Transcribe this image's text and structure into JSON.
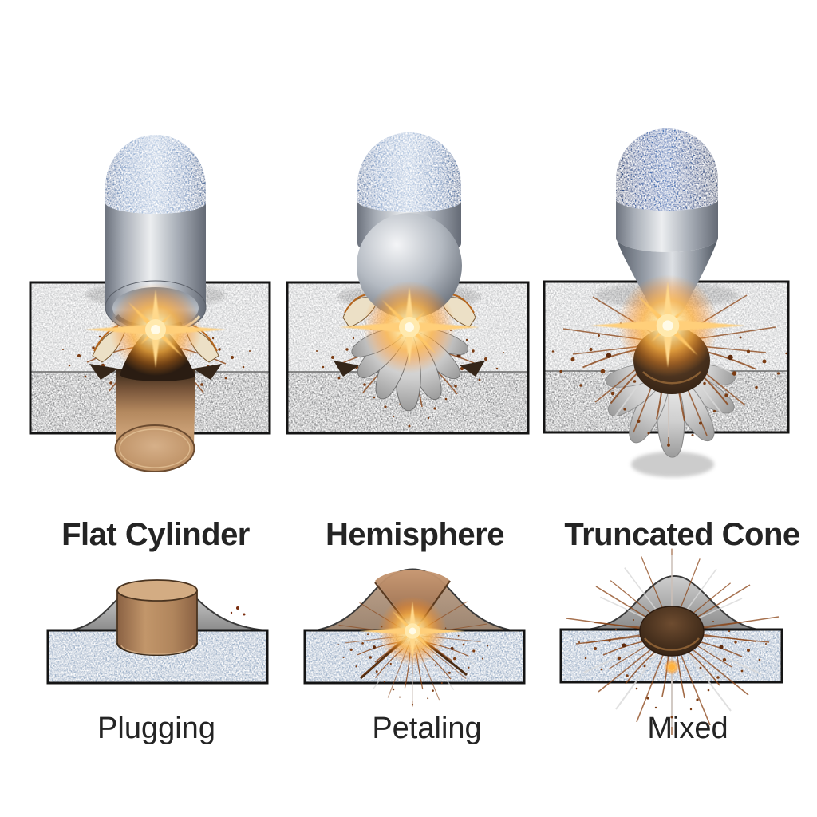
{
  "figure": {
    "panels": [
      {
        "shape": "Flat Cylinder",
        "mechanism": "Plugging"
      },
      {
        "shape": "Hemisphere",
        "mechanism": "Petaling"
      },
      {
        "shape": "Truncated Cone",
        "mechanism": "Mixed"
      }
    ],
    "colors": {
      "background": "#ffffff",
      "label_text": "#242424",
      "plate_front": "#c6c7c9",
      "plate_edge": "#8f9092",
      "plate_border": "#141414",
      "projectile_blue": "#8ba7cd",
      "projectile_navy": "#335fa2",
      "projectile_silver": "#c6cad0",
      "copper": "#b3885e",
      "impact_orange": "#ffb240",
      "spatter_rust": "#8a4416",
      "bottom_plate_blue": "#9db1c9",
      "petal_gray": "#cfcfcf",
      "slug_brown": "#47301d"
    }
  }
}
